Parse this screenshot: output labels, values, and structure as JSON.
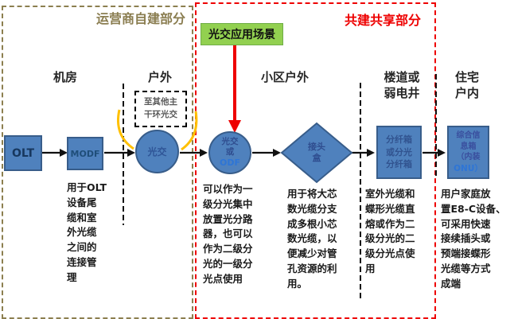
{
  "regions": {
    "self_built_label": "运营商自建部分",
    "shared_label": "共建共享部分"
  },
  "callout": {
    "label": "光交应用场景"
  },
  "columns": [
    {
      "label": "机房"
    },
    {
      "label": "户外"
    },
    {
      "label": "小区户外"
    },
    {
      "label": "楼道或\n弱电井"
    },
    {
      "label": "住宅\n户内"
    }
  ],
  "note_box": {
    "text": "至其他主\n干环光交"
  },
  "nodes": {
    "olt": {
      "label": "OLT"
    },
    "modf": {
      "label": "MODF"
    },
    "gj1": {
      "label": "光交"
    },
    "gj2": {
      "main": "光交\n或",
      "accent": "ODF"
    },
    "joint": {
      "label": "接头\n盒"
    },
    "fiber": {
      "label": "分纤箱\n或分光\n分纤箱"
    },
    "info": {
      "main": "综合信\n息箱\n（内装",
      "accent": "ONU）"
    }
  },
  "descriptions": [
    {
      "text": "用于OLT\n设备尾\n缆和室\n外光缆\n之间的\n连接管\n理"
    },
    {
      "text": "可以作为一\n级分光集中\n放置光分路\n器，也可以\n作为二级分\n光的一级分\n光点使用"
    },
    {
      "text": "用于将大芯\n数光缆分支\n成多根小芯\n数光缆，以\n便减少对管\n孔资源的利\n用。"
    },
    {
      "text": "室外光缆和\n蝶形光缆直\n熔或作为二\n级分光的二\n级分光点使\n用"
    },
    {
      "text": "用户家庭放\n置E8-C设备、\n可采用快速\n接续插头或\n预端接蝶形\n光缆等方式\n成端"
    }
  ],
  "colors": {
    "node_fill": "#4f81bd",
    "node_border": "#385d8a",
    "region_self_border": "#8c7f4f",
    "region_shared_border": "#ee0000",
    "callout_bg": "#92d050",
    "highlight_arc": "#ffc000",
    "arrow_red": "#ee0000",
    "arrow_black": "#111111"
  }
}
